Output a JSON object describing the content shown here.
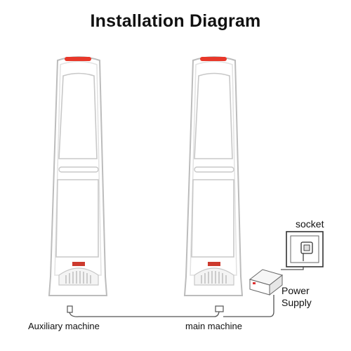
{
  "title": "Installation Diagram",
  "labels": {
    "socket": "socket",
    "power_supply_line1": "Power",
    "power_supply_line2": "Supply",
    "auxiliary_machine": "Auxiliary machine",
    "main_machine": "main machine"
  },
  "colors": {
    "led": "#e8382a",
    "outline": "#bdbdbd",
    "cable": "#555555",
    "text": "#111111"
  },
  "icons": {
    "socket": "wall-socket-icon",
    "power_supply": "power-supply-box-icon",
    "gate": "security-antenna-gate-icon"
  }
}
